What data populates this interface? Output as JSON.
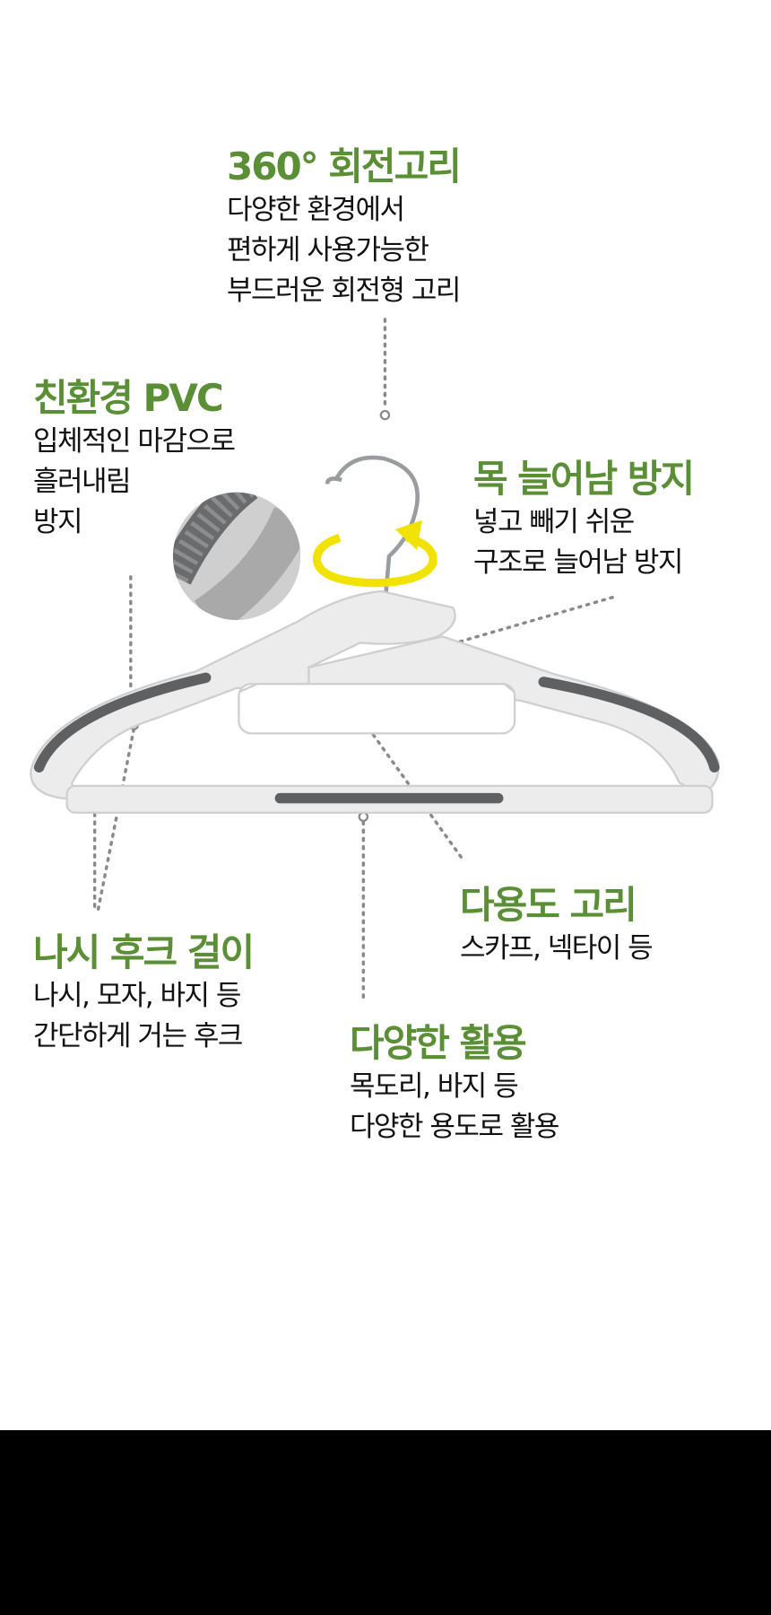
{
  "colors": {
    "accent_green": "#5a8f35",
    "text": "#111111",
    "rotation_arrow": "#f2e200",
    "grip_gray": "#5f6062"
  },
  "features": {
    "rotating_hook": {
      "title": "360° 회전고리",
      "lines": [
        "다양한 환경에서",
        "편하게 사용가능한",
        "부드러운 회전형 고리"
      ]
    },
    "pvc": {
      "title": "친환경 PVC",
      "lines": [
        "입체적인 마감으로",
        "흘러내림",
        "방지"
      ]
    },
    "neck": {
      "title": "목 늘어남 방지",
      "lines": [
        "넣고 빼기 쉬운",
        "구조로 늘어남 방지"
      ]
    },
    "strap_hook": {
      "title": "나시 후크 걸이",
      "lines": [
        "나시, 모자, 바지 등",
        "간단하게 거는 후크"
      ]
    },
    "multi_hook": {
      "title": "다용도 고리",
      "lines": [
        "스카프, 넥타이 등"
      ]
    },
    "versatile": {
      "title": "다양한 활용",
      "lines": [
        "목도리, 바지 등",
        "다양한 용도로 활용"
      ]
    }
  }
}
